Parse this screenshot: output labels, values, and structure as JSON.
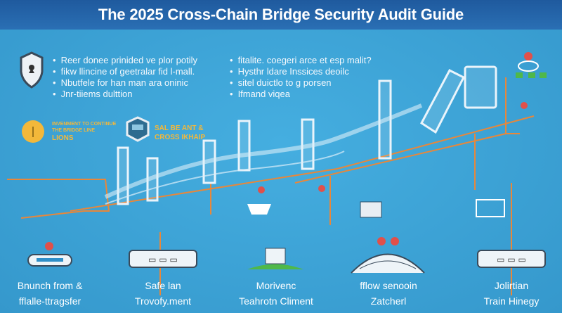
{
  "header": {
    "title": "The 2025  Cross-Chain Bridge Security Audit Guide"
  },
  "left_bullets": [
    "Reer donee prinided ve plor potily",
    "fikw llincine of geetralar fid l-mall.",
    "Nbutfele for han man ara oninic",
    "Jnr-tiiems dulttion"
  ],
  "right_bullets": [
    "fitalite. coegeri arce et esp malit?",
    "Hysthr ldare Inssices deoilc",
    "sitel duictlo to g porsen",
    "Ifmand viqea"
  ],
  "callouts": {
    "coin_label": [
      "INVENMENT TO CONTINUE",
      "THE BRIDGE LINE",
      "LIONS"
    ],
    "cross_label": [
      "SAL BE ANT &",
      "CROSS IKHAIP"
    ]
  },
  "bottom_items": [
    {
      "line1": "Bnunch  from &",
      "line2": "fflalle-ttragsfer"
    },
    {
      "line1": "Safe lan",
      "line2": "Trovofy.ment"
    },
    {
      "line1": "Morivenc",
      "line2": "Teahrotn Climent"
    },
    {
      "line1": "fflow senooin",
      "line2": "Zatcherl"
    },
    {
      "line1": "Jolirtian",
      "line2": "Train Hinegy"
    }
  ],
  "colors": {
    "title_bg": "#1f5a9e",
    "background": "#3aa0d2",
    "accent_yellow": "#f3b83a",
    "line_orange": "#e8873a",
    "pin_red": "#e0504a",
    "green": "#4fb84a"
  }
}
